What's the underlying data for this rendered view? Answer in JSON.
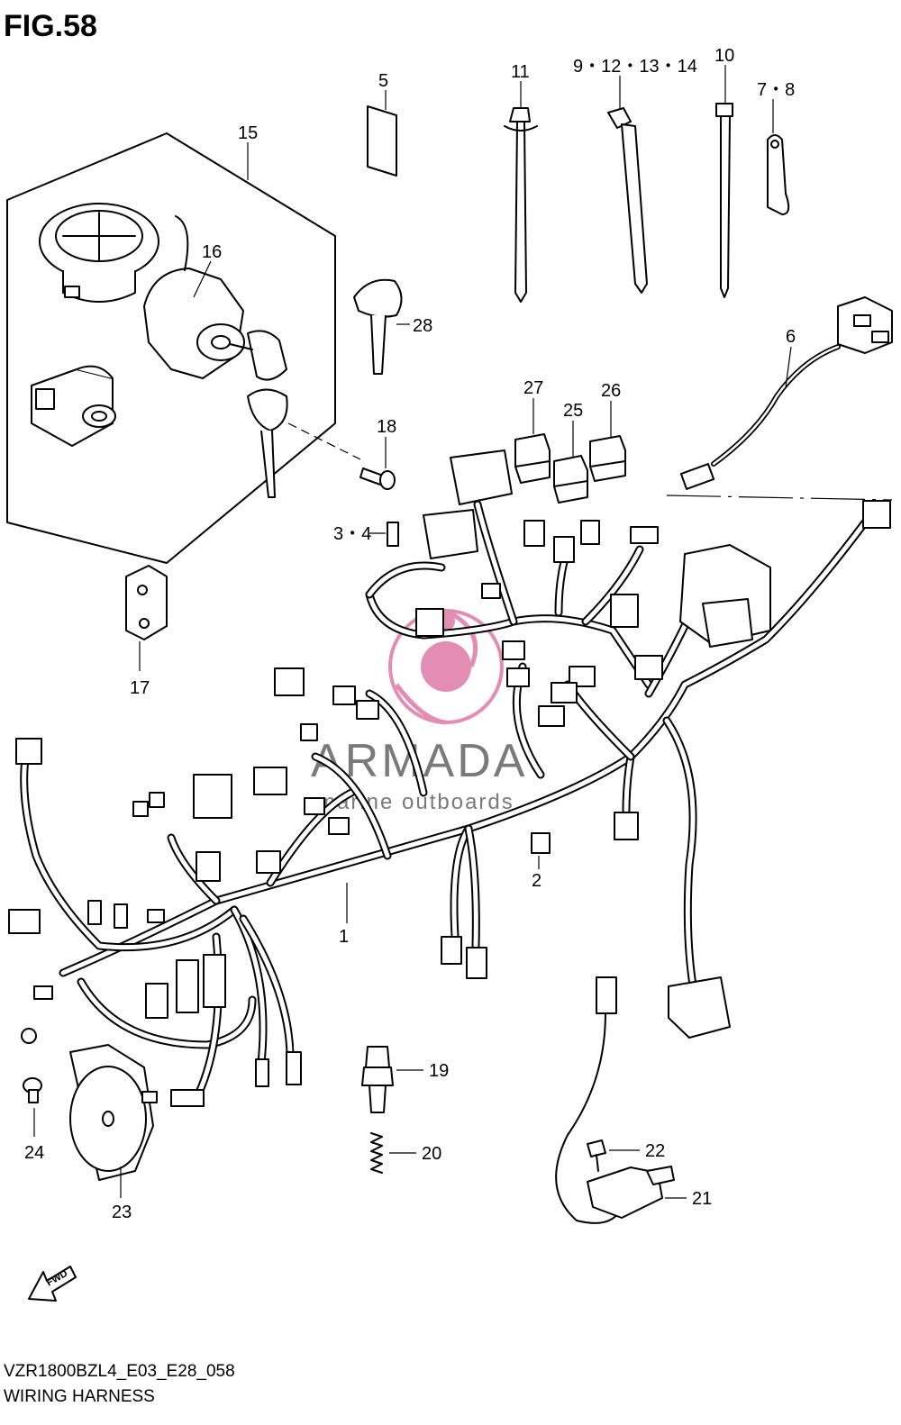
{
  "figure": {
    "title": "FIG.58"
  },
  "footer": {
    "code": "VZR1800BZL4_E03_E28_058",
    "caption": "WIRING HARNESS"
  },
  "watermark": {
    "brand": "ARMADA",
    "tagline": "marine outboards",
    "color": "#e07aa8"
  },
  "fwd_arrow": {
    "text": "FWD"
  },
  "callouts": [
    "1",
    "2",
    "3・4",
    "5",
    "6",
    "7・8",
    "9・12・13・14",
    "10",
    "11",
    "15",
    "16",
    "17",
    "18",
    "19",
    "20",
    "21",
    "22",
    "23",
    "24",
    "25",
    "26",
    "27",
    "28"
  ],
  "parts": {
    "main_harness": "1",
    "fuse_block": "2",
    "fuse": "3・4",
    "label_tag": "5",
    "sub_harness": "6",
    "clamp": "7・8",
    "cable_tie_a": "9・12・13・14",
    "cable_tie_b": "10",
    "cable_tie_c": "11",
    "lock_set": "15",
    "ignition_switch": "16",
    "bracket": "17",
    "screw_18": "18",
    "sensor_switch": "19",
    "spring": "20",
    "side_stand_switch": "21",
    "bolt_22": "22",
    "horn": "23",
    "bolt_24": "24",
    "relay_25": "25",
    "relay_26": "26",
    "relay_27": "27",
    "key_blank": "28"
  }
}
